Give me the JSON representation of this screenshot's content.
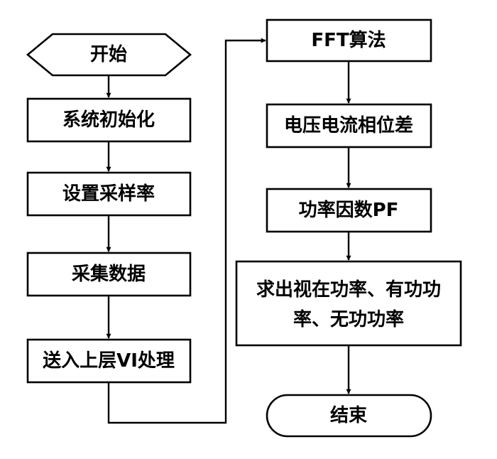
{
  "flowchart": {
    "left_column": {
      "start": "开始",
      "init": "系统初始化",
      "set_rate": "设置采样率",
      "collect": "采集数据",
      "send_vi": "送入上层VI处理"
    },
    "right_column": {
      "fft": "FFT算法",
      "phase_diff": "电压电流相位差",
      "power_factor": "功率因数PF",
      "compute_line1": "求出视在功率、有功功",
      "compute_line2": "率、无功功率",
      "end": "结束"
    }
  }
}
